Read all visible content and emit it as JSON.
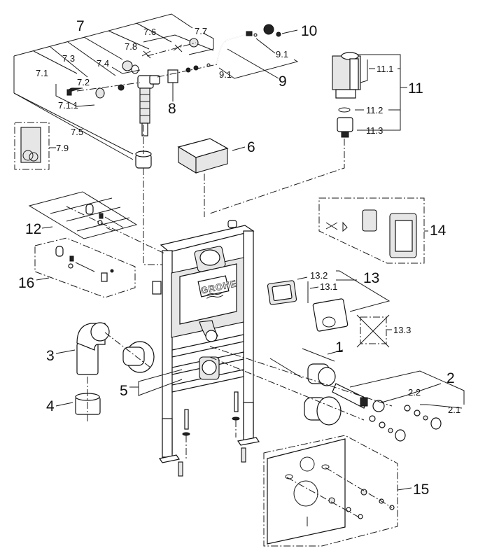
{
  "title": "GROHE installation frame exploded parts diagram",
  "brand_logo": "GROHE",
  "callouts": {
    "c1": "1",
    "c2": "2",
    "c2_1": "2.1",
    "c2_2": "2.2",
    "c3": "3",
    "c4": "4",
    "c5": "5",
    "c6": "6",
    "c7": "7",
    "c7_1": "7.1",
    "c7_1_1": "7.1.1",
    "c7_2": "7.2",
    "c7_3": "7.3",
    "c7_4": "7.4",
    "c7_5": "7.5",
    "c7_6": "7.6",
    "c7_7": "7.7",
    "c7_8": "7.8",
    "c7_9": "7.9",
    "c8": "8",
    "c9": "9",
    "c9_1a": "9.1",
    "c9_1b": "9.1",
    "c10": "10",
    "c11": "11",
    "c11_1": "11.1",
    "c11_2": "11.2",
    "c11_3": "11.3",
    "c12": "12",
    "c13": "13",
    "c13_1": "13.1",
    "c13_2": "13.2",
    "c13_3": "13.3",
    "c14": "14",
    "c15": "15",
    "c16": "16"
  }
}
